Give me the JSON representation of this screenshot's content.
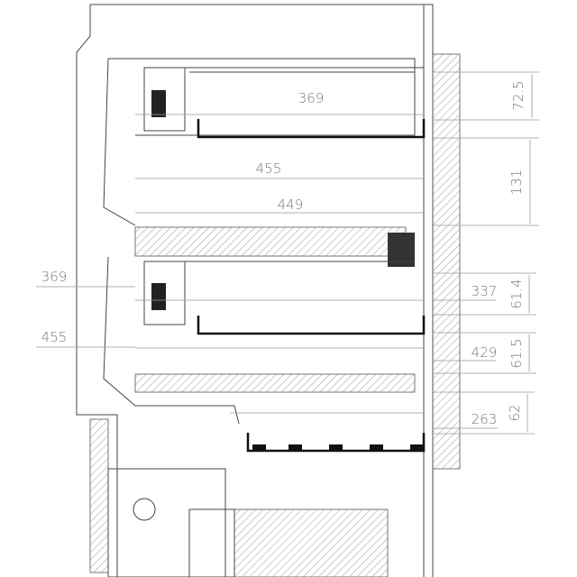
{
  "drawing": {
    "type": "technical cross-section drawing",
    "horizontal_dimensions": {
      "upper_shelf_depth": "369",
      "upper_cavity_depth": "455",
      "divider_depth": "449",
      "left_label_shelf": "369",
      "left_label_cavity": "455",
      "lower_shelf_1": "337",
      "lower_shelf_2": "429",
      "lower_drawer": "263"
    },
    "vertical_dimensions": {
      "top_gap": "72.5",
      "upper_gap": "131",
      "lower_gap_1": "61.4",
      "lower_gap_2": "61.5",
      "lower_gap_3": "62"
    }
  }
}
